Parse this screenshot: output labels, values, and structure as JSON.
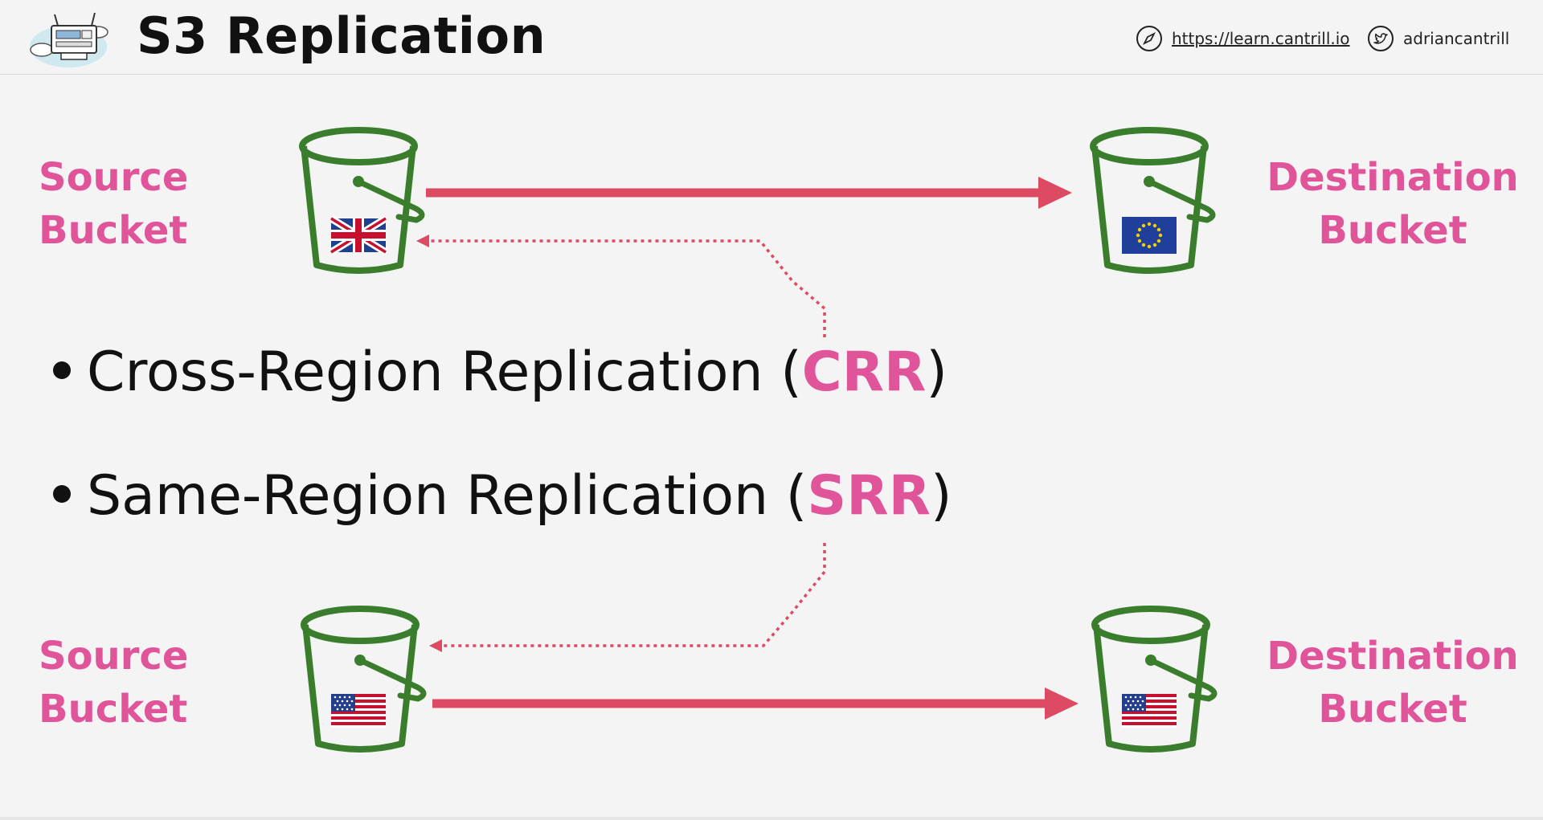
{
  "header": {
    "title": "S3 Replication",
    "website": "https://learn.cantrill.io",
    "twitter": "adriancantrill"
  },
  "top_row": {
    "source_label_line1": "Source",
    "source_label_line2": "Bucket",
    "source_flag": "uk-flag-icon",
    "dest_label_line1": "Destination",
    "dest_label_line2": "Bucket",
    "dest_flag": "eu-flag-icon"
  },
  "bottom_row": {
    "source_label_line1": "Source",
    "source_label_line2": "Bucket",
    "source_flag": "us-flag-icon",
    "dest_label_line1": "Destination",
    "dest_label_line2": "Bucket",
    "dest_flag": "us-flag-icon"
  },
  "bullets": [
    {
      "prefix": "Cross-Region Replication (",
      "accent": "CRR",
      "suffix": ")"
    },
    {
      "prefix": "Same-Region Replication (",
      "accent": "SRR",
      "suffix": ")"
    }
  ],
  "colors": {
    "accent": "#e0559a",
    "arrow": "#dc4a63",
    "bucket": "#3a7d2c",
    "text": "#111111"
  }
}
